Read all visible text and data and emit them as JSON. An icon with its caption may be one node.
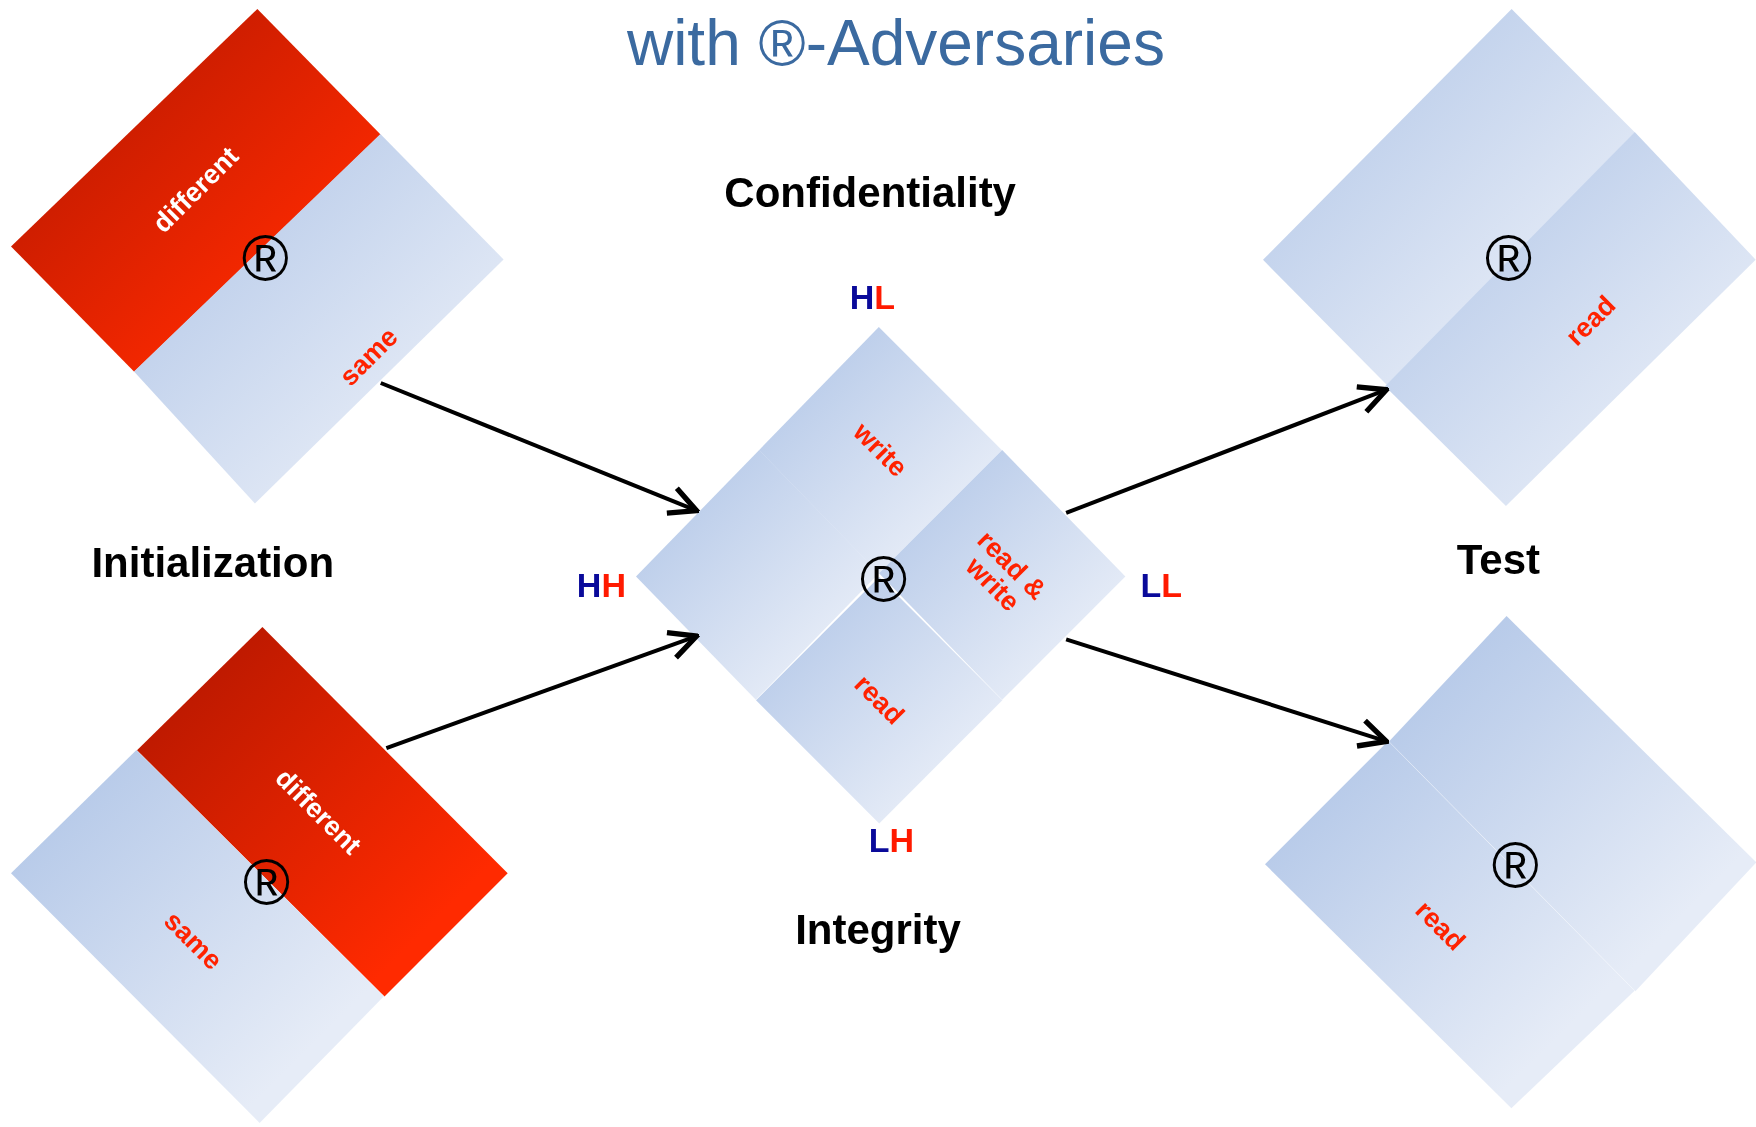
{
  "diagram": {
    "title": "with ®-Adversaries",
    "nodes": [
      {
        "text": [
          "different"
        ]
      },
      {
        "text": [
          "same"
        ]
      },
      {
        "text": [
          "different"
        ]
      },
      {
        "text": [
          "same"
        ]
      },
      {
        "text": [
          "write"
        ]
      },
      {
        "text": [],
        "shape": "diamond"
      },
      {
        "text": [
          "read & write"
        ]
      },
      {
        "text": [
          "read"
        ]
      },
      {
        "text": [],
        "shape": "diamond"
      },
      {
        "text": [
          "read"
        ]
      },
      {
        "text": [],
        "shape": "diamond"
      },
      {
        "text": [
          "read"
        ]
      }
    ],
    "edges": [
      {
        "from": 1,
        "to": 5,
        "arrow": "to"
      },
      {
        "from": 2,
        "to": 5,
        "arrow": "to"
      },
      {
        "from": 6,
        "to": 9,
        "arrow": "to"
      },
      {
        "from": 6,
        "to": 11,
        "arrow": "to"
      }
    ],
    "labels": [
      "Confidentiality",
      "®",
      "®",
      "HL",
      "Initialization",
      "HH",
      "®",
      "LL",
      "Test",
      "LH",
      "®",
      "®",
      "Integrity"
    ]
  }
}
